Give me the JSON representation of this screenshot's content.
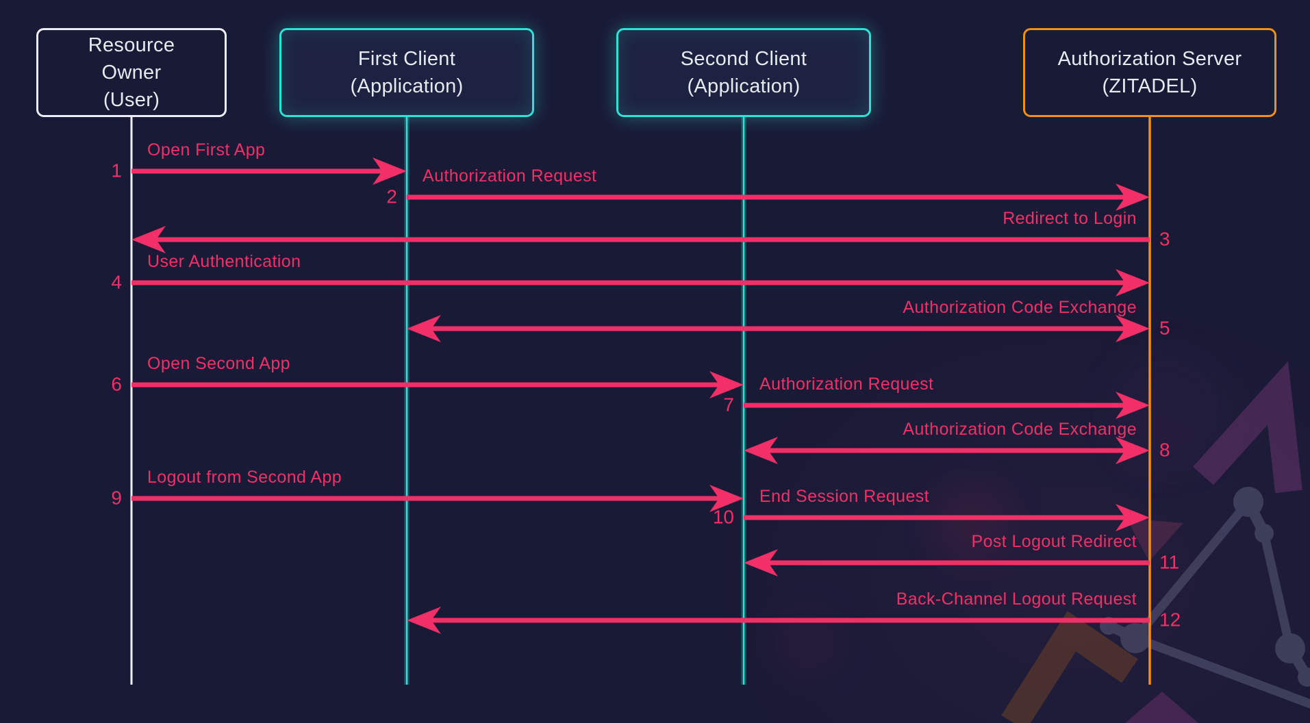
{
  "diagram": {
    "colors": {
      "bg": "#191a36",
      "pink": "#F23067",
      "cyan": "#2EE2D6",
      "orange": "#F28F16",
      "white": "#EDEEF3",
      "boxtext": "#E8EAF2"
    },
    "watermark_icon": "zitadel-logo",
    "actors": [
      {
        "id": "resource-owner",
        "lines": [
          "Resource",
          "Owner",
          "(User)"
        ],
        "style": "white"
      },
      {
        "id": "first-client",
        "lines": [
          "First Client",
          "(Application)"
        ],
        "style": "cyan"
      },
      {
        "id": "second-client",
        "lines": [
          "Second Client",
          "(Application)"
        ],
        "style": "cyan"
      },
      {
        "id": "authorization-server",
        "lines": [
          "Authorization Server",
          "(ZITADEL)"
        ],
        "style": "orange"
      }
    ],
    "messages": [
      {
        "num": "1",
        "label": "Open First App",
        "from": "resource-owner",
        "to": "first-client",
        "bidirectional": false
      },
      {
        "num": "2",
        "label": "Authorization Request",
        "from": "first-client",
        "to": "authorization-server",
        "bidirectional": false
      },
      {
        "num": "3",
        "label": "Redirect to Login",
        "from": "authorization-server",
        "to": "resource-owner",
        "bidirectional": false
      },
      {
        "num": "4",
        "label": "User Authentication",
        "from": "resource-owner",
        "to": "authorization-server",
        "bidirectional": false
      },
      {
        "num": "5",
        "label": "Authorization Code Exchange",
        "from": "authorization-server",
        "to": "first-client",
        "bidirectional": true
      },
      {
        "num": "6",
        "label": "Open Second App",
        "from": "resource-owner",
        "to": "second-client",
        "bidirectional": false
      },
      {
        "num": "7",
        "label": "Authorization Request",
        "from": "second-client",
        "to": "authorization-server",
        "bidirectional": false
      },
      {
        "num": "8",
        "label": "Authorization Code Exchange",
        "from": "authorization-server",
        "to": "second-client",
        "bidirectional": true
      },
      {
        "num": "9",
        "label": "Logout from Second App",
        "from": "resource-owner",
        "to": "second-client",
        "bidirectional": false
      },
      {
        "num": "10",
        "label": "End Session Request",
        "from": "second-client",
        "to": "authorization-server",
        "bidirectional": false
      },
      {
        "num": "11",
        "label": "Post Logout Redirect",
        "from": "authorization-server",
        "to": "second-client",
        "bidirectional": false
      },
      {
        "num": "12",
        "label": "Back-Channel Logout Request",
        "from": "authorization-server",
        "to": "first-client",
        "bidirectional": false
      }
    ]
  }
}
